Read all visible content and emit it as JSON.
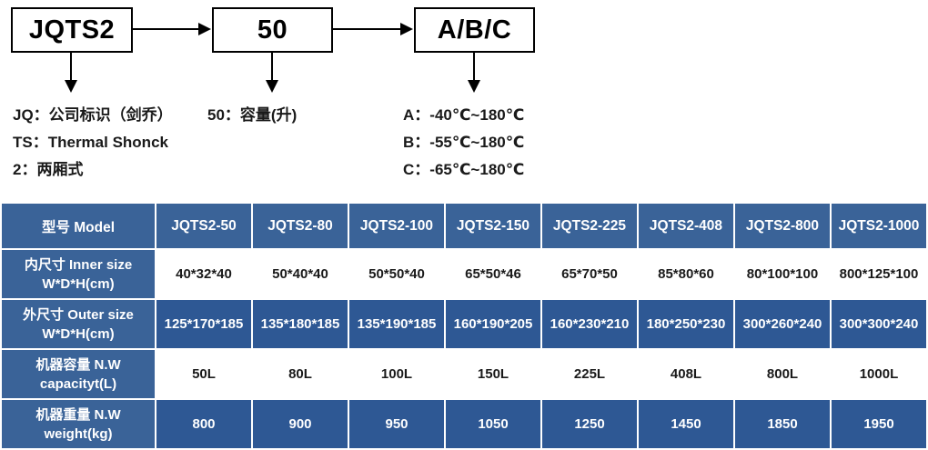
{
  "diagram": {
    "boxes": [
      {
        "name": "model-prefix",
        "label": "JQTS2"
      },
      {
        "name": "capacity",
        "label": "50"
      },
      {
        "name": "temp-class",
        "label": "A/B/C"
      }
    ],
    "legend_left": [
      "JQ：公司标识（剑乔）",
      "TS：Thermal Shonck",
      "2：两厢式"
    ],
    "legend_mid": [
      "50：容量(升)"
    ],
    "legend_right": [
      "A：-40℃~180℃",
      "B：-55℃~180℃",
      "C：-65℃~180℃"
    ]
  },
  "table": {
    "header": {
      "label": "型号 Model",
      "models": [
        "JQTS2-50",
        "JQTS2-80",
        "JQTS2-100",
        "JQTS2-150",
        "JQTS2-225",
        "JQTS2-408",
        "JQTS2-800",
        "JQTS2-1000"
      ]
    },
    "rows": [
      {
        "name": "inner-size",
        "label_line1": "内尺寸 Inner size",
        "label_line2": "W*D*H(cm)",
        "style": "white",
        "values": [
          "40*32*40",
          "50*40*40",
          "50*50*40",
          "65*50*46",
          "65*70*50",
          "85*80*60",
          "80*100*100",
          "800*125*100"
        ]
      },
      {
        "name": "outer-size",
        "label_line1": "外尺寸 Outer size",
        "label_line2": "W*D*H(cm)",
        "style": "blue",
        "values": [
          "125*170*185",
          "135*180*185",
          "135*190*185",
          "160*190*205",
          "160*230*210",
          "180*250*230",
          "300*260*240",
          "300*300*240"
        ]
      },
      {
        "name": "machine-capacity",
        "label_line1": "机器容量 N.W",
        "label_line2": "capacityt(L)",
        "style": "white",
        "values": [
          "50L",
          "80L",
          "100L",
          "150L",
          "225L",
          "408L",
          "800L",
          "1000L"
        ]
      },
      {
        "name": "machine-weight",
        "label_line1": "机器重量 N.W",
        "label_line2": "weight(kg)",
        "style": "blue",
        "values": [
          "800",
          "900",
          "950",
          "1050",
          "1250",
          "1450",
          "1850",
          "1950"
        ]
      }
    ]
  },
  "colors": {
    "header_blue": "#3a6398",
    "row_blue": "#2e5894",
    "white": "#ffffff",
    "text_dark": "#1a1a1a",
    "line_black": "#000000"
  }
}
